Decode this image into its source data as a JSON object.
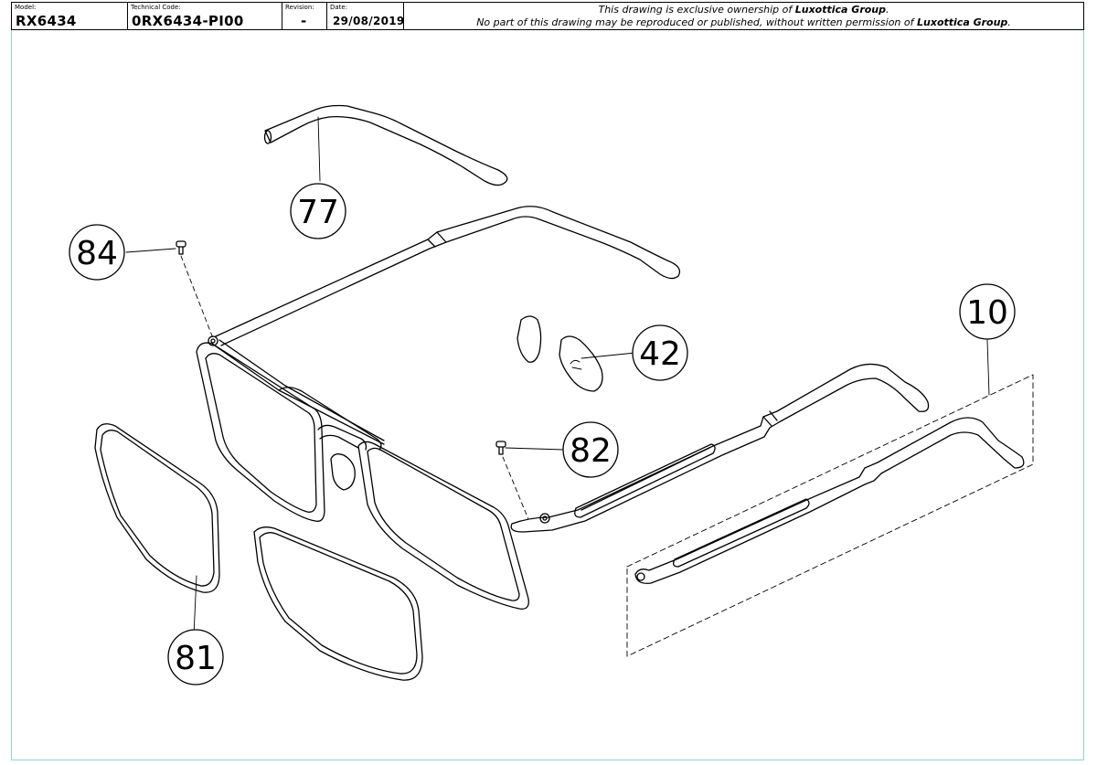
{
  "title_block": {
    "model": {
      "label": "Model:",
      "value": "RX6434"
    },
    "technical_code": {
      "label": "Technical Code:",
      "value": "0RX6434-PI00"
    },
    "revision": {
      "label": "Revision:",
      "value": "-"
    },
    "date": {
      "label": "Date:",
      "value": "29/08/2019"
    },
    "notice_line1": {
      "pre": "This drawing is exclusive ownership of ",
      "brand": "Luxottica Group",
      "post": "."
    },
    "notice_line2": {
      "pre": "No part of this drawing may be reproduced or published, without written permission of ",
      "brand": "Luxottica Group",
      "post": "."
    }
  },
  "callouts": [
    {
      "id": "77"
    },
    {
      "id": "84"
    },
    {
      "id": "42"
    },
    {
      "id": "10"
    },
    {
      "id": "82"
    },
    {
      "id": "81"
    }
  ]
}
